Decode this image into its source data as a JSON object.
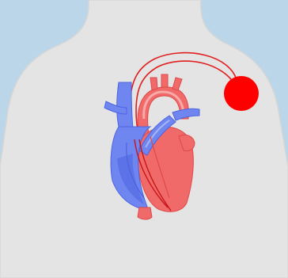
{
  "colors": {
    "frame_background": "#bcd6e9",
    "body_silhouette": "#e4e4e4",
    "body_outline": "#d6d6d6",
    "arterial_red": "#f06a6a",
    "arterial_red_dark": "#e04848",
    "arterial_highlight": "#f7aaa8",
    "venous_blue": "#6f86f0",
    "venous_blue_dark": "#4c63e0",
    "venous_highlight": "#a7b4f6",
    "pacemaker_device": "#ff0000",
    "pacemaker_lead": "#e01f1f"
  },
  "figure": {
    "subject": "torso-with-heart",
    "device": "implanted-pacemaker",
    "lead_count": 2
  }
}
